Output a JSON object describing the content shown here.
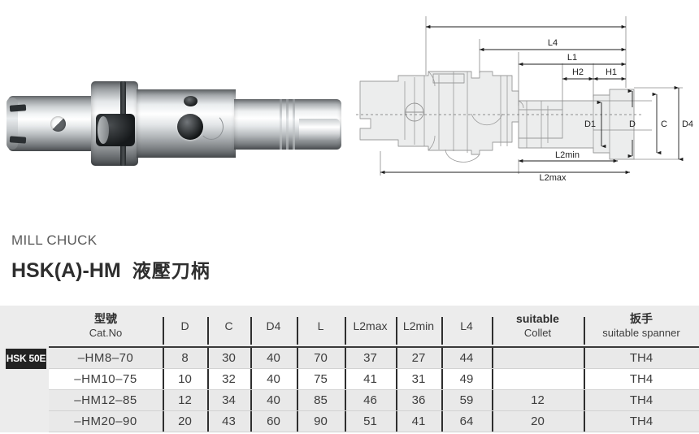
{
  "product": {
    "subtitle": "MILL CHUCK",
    "title_en": "HSK(A)-HM",
    "title_cjk": "液壓刀柄"
  },
  "drawing": {
    "dimension_labels": {
      "l4": "L4",
      "l1": "L1",
      "h2": "H2",
      "h1": "H1",
      "l2min": "L2min",
      "l2max": "L2max",
      "d1": "D1",
      "d": "D",
      "c": "C",
      "d4": "D4"
    }
  },
  "table": {
    "series_badge": "HSK 50E",
    "headers": [
      {
        "cjk": "型號",
        "en": "Cat.No"
      },
      {
        "cjk": "",
        "en": "D"
      },
      {
        "cjk": "",
        "en": "C"
      },
      {
        "cjk": "",
        "en": "D4"
      },
      {
        "cjk": "",
        "en": "L"
      },
      {
        "cjk": "",
        "en": "L2max"
      },
      {
        "cjk": "",
        "en": "L2min"
      },
      {
        "cjk": "",
        "en": "L4"
      },
      {
        "cjk": "suitable",
        "en": "Collet"
      },
      {
        "cjk": "扳手",
        "en": "suitable spanner"
      }
    ],
    "rows": [
      {
        "catno": "–HM8–70",
        "d": "8",
        "c": "30",
        "d4": "40",
        "l": "70",
        "l2max": "37",
        "l2min": "27",
        "l4": "44",
        "collet": "",
        "spanner": "TH4"
      },
      {
        "catno": "–HM10–75",
        "d": "10",
        "c": "32",
        "d4": "40",
        "l": "75",
        "l2max": "41",
        "l2min": "31",
        "l4": "49",
        "collet": "",
        "spanner": "TH4"
      },
      {
        "catno": "–HM12–85",
        "d": "12",
        "c": "34",
        "d4": "40",
        "l": "85",
        "l2max": "46",
        "l2min": "36",
        "l4": "59",
        "collet": "12",
        "spanner": "TH4"
      },
      {
        "catno": "–HM20–90",
        "d": "20",
        "c": "43",
        "d4": "60",
        "l": "90",
        "l2max": "51",
        "l2min": "41",
        "l4": "64",
        "collet": "20",
        "spanner": "TH4"
      }
    ]
  },
  "colors": {
    "header_bg": "#ececec",
    "row_shade": "#e9e9e9",
    "badge_bg": "#232323",
    "rule": "#2f2f2f"
  }
}
